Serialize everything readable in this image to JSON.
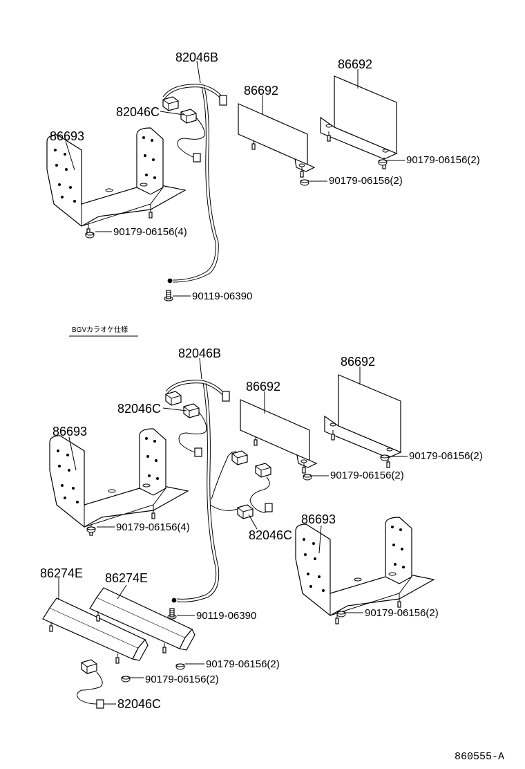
{
  "diagram": {
    "section_title": "BGVカラオケ仕様",
    "drawing_code": "860555-A",
    "labels": {
      "t_82046b": "82046B",
      "t_82046c": "82046C",
      "t_86693": "86693",
      "t_86692a": "86692",
      "t_86692b": "86692",
      "t_bolt4": "90179-06156(4)",
      "t_bolt2a": "90179-06156(2)",
      "t_bolt2b": "90179-06156(2)",
      "t_screw": "90119-06390",
      "b_82046b": "82046B",
      "b_82046c": "82046C",
      "b_86693": "86693",
      "b_86692a": "86692",
      "b_86692b": "86692",
      "b_bolt4": "90179-06156(4)",
      "b_bolt2a": "90179-06156(2)",
      "b_bolt2b": "90179-06156(2)",
      "b_82046c2": "82046C",
      "b_86693b": "86693",
      "b_bolt2c": "90179-06156(2)",
      "b_screw": "90119-06390",
      "b_86274e1": "86274E",
      "b_86274e2": "86274E",
      "b_bolt2d": "90179-06156(2)",
      "b_bolt2e": "90179-06156(2)",
      "b_82046c3": "82046C"
    }
  }
}
